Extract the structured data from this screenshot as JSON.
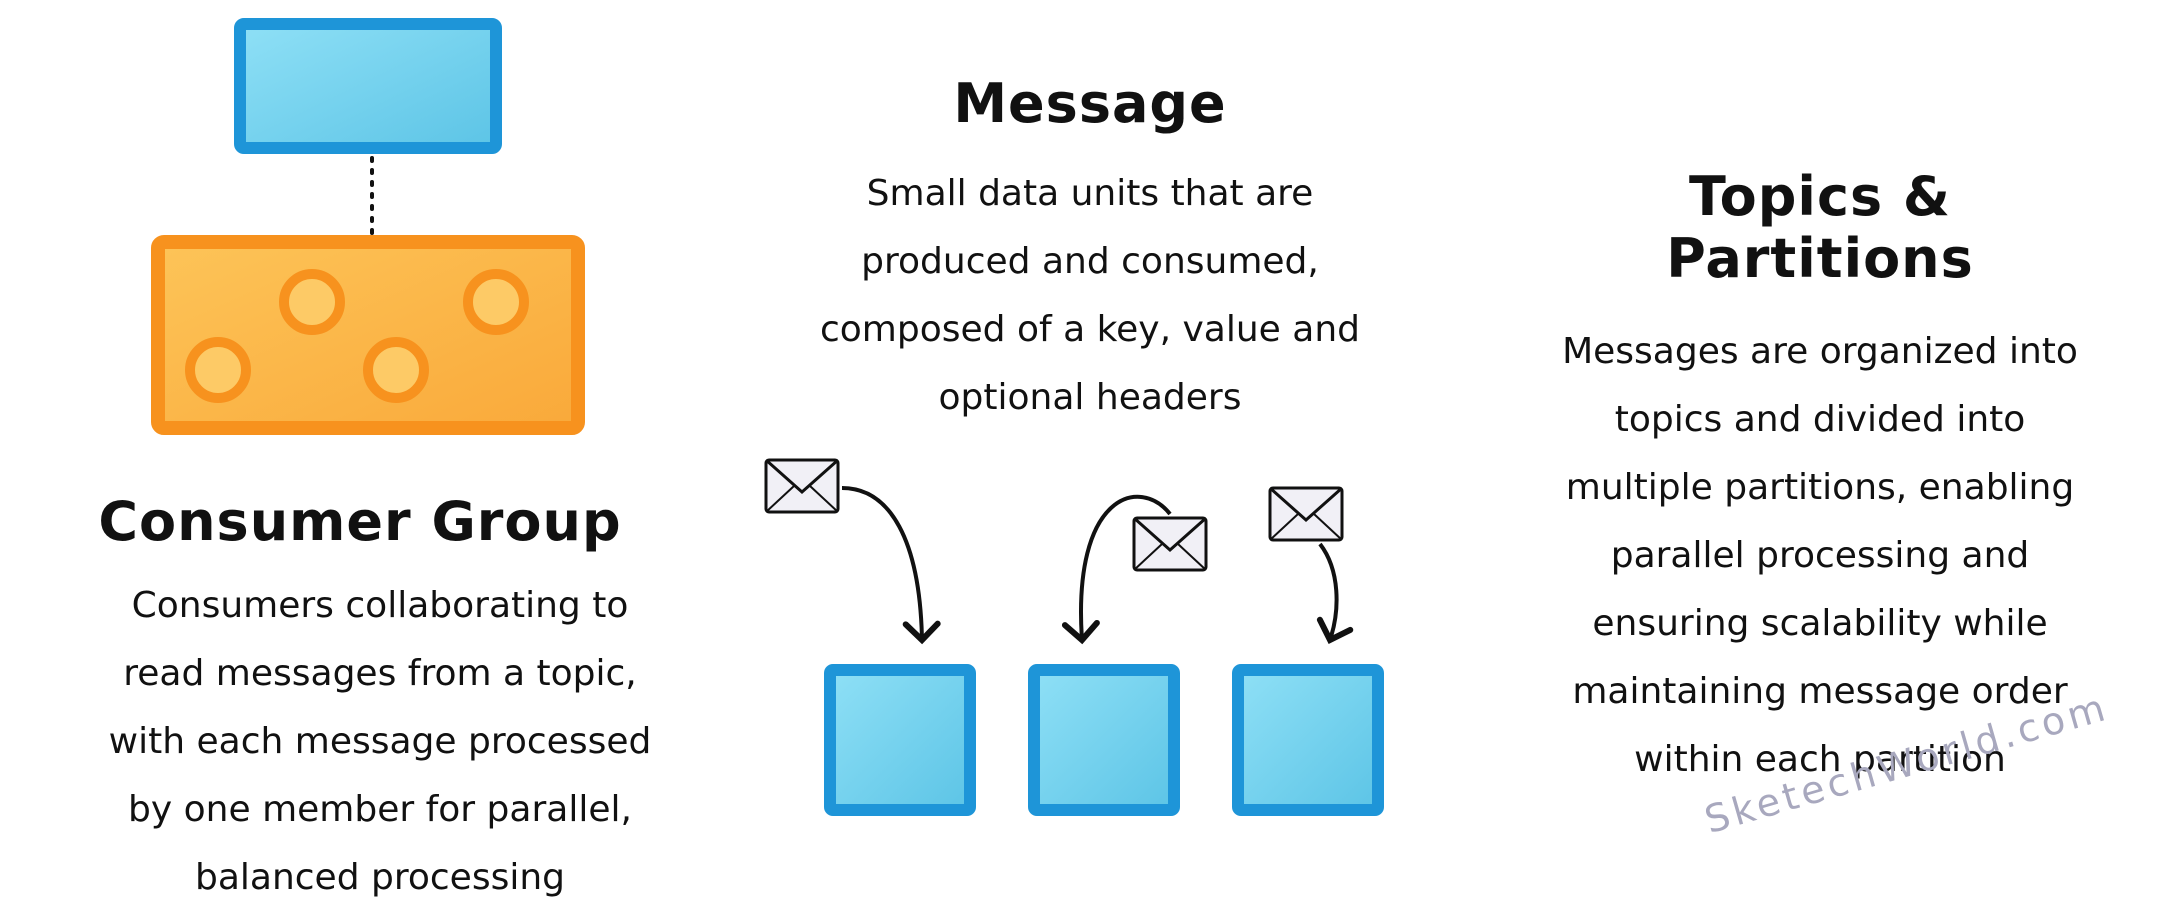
{
  "consumer_group": {
    "title": "Consumer Group",
    "description_lines": [
      "Consumers collaborating to",
      "read messages from a topic,",
      "with each message processed",
      "by one member for parallel,",
      "balanced processing"
    ]
  },
  "message": {
    "title": "Message",
    "description_lines": [
      "Small data units that are",
      "produced and consumed,",
      "composed of a key, value and",
      "optional headers"
    ]
  },
  "topics_partitions": {
    "title_lines": [
      "Topics &",
      "Partitions"
    ],
    "description_lines": [
      "Messages are organized into",
      "topics and divided into",
      "multiple partitions, enabling",
      "parallel processing and",
      "ensuring scalability while",
      "maintaining message order",
      "within each partition"
    ]
  },
  "watermark": "SketechWorld.com",
  "icons": {
    "topic_box": "topic-box-icon",
    "consumer_group_box": "consumer-group-icon",
    "envelope": "envelope-icon",
    "arrow": "curved-arrow-icon",
    "partition": "partition-box-icon"
  },
  "colors": {
    "blue_fill": "#7fd6f0",
    "blue_border": "#1e95d8",
    "orange_fill": "#fbb949",
    "orange_border": "#f7921e",
    "watermark": "#a8a8be"
  }
}
